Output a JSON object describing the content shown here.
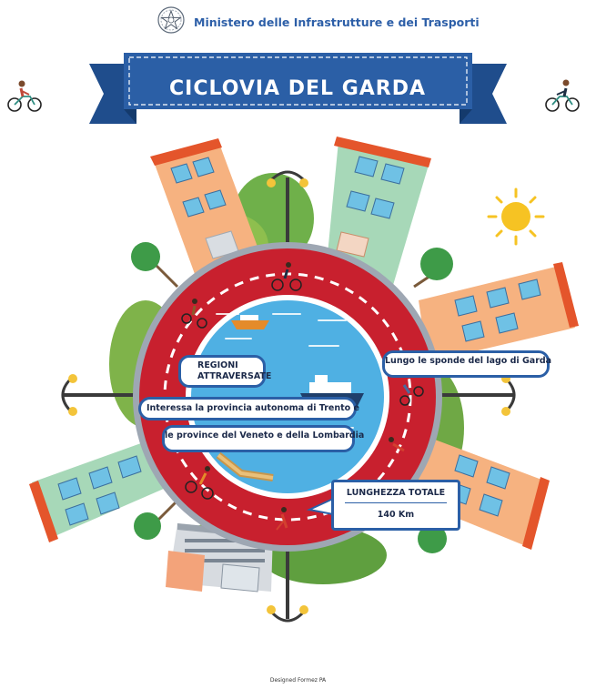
{
  "header": {
    "ministry": "Ministero delle Infrastrutture e dei Trasporti",
    "emblem_icon": "republic-emblem-icon"
  },
  "banner": {
    "title": "CICLOVIA DEL GARDA",
    "color": "#2b5fa6"
  },
  "labels": {
    "regions_title": "REGIONI\nATTRAVERSATE",
    "regions_line1": "Interessa la provincia autonoma di Trento e",
    "regions_line2": "le province del Veneto e della Lombardia",
    "route": "Lungo le sponde del lago di Garda",
    "length_title": "LUNGHEZZA TOTALE",
    "length_value": "140 Km"
  },
  "footer": {
    "credit": "Designed Formez PA"
  },
  "colors": {
    "road": "#c8202e",
    "lake": "#4fb0e3",
    "ring_edge": "#9ea7b3",
    "accent_blue": "#2b5fa6"
  }
}
